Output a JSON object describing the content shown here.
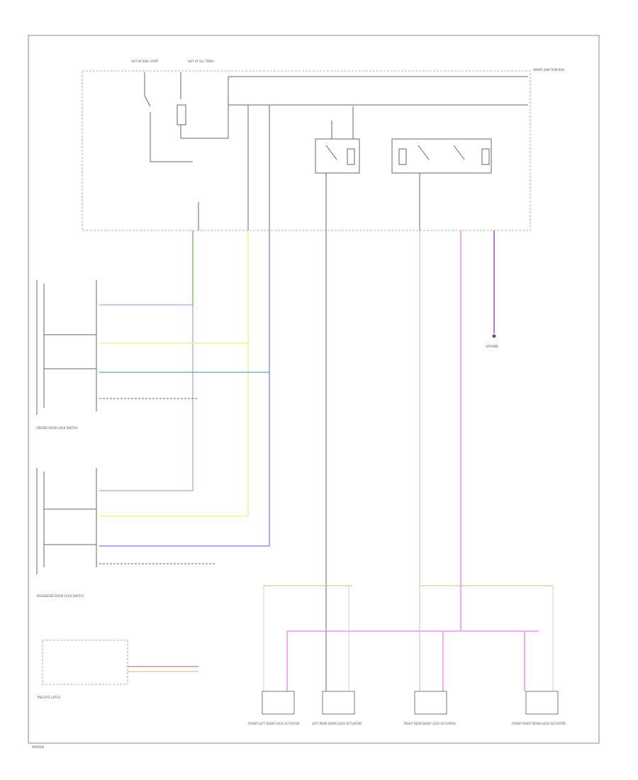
{
  "footer": {
    "code": "WD0000"
  },
  "labels": {
    "fuse_a": "HOT IN RUN, START",
    "fuse_b": "HOT AT ALL TIMES",
    "smart_junction": "SMART JUNCTION BOX",
    "driver_switch": "DRIVER DOOR LOCK SWITCH",
    "passenger_switch": "PASSENGER DOOR LOCK SWITCH",
    "front_left_motor": "FRONT LEFT DOOR LOCK ACTUATOR",
    "left_rear_motor": "LEFT REAR DOOR LOCK ACTUATOR",
    "right_rear_motor": "RIGHT REAR DOOR LOCK ACTUATOR",
    "front_right_motor": "FRONT RIGHT DOOR LOCK ACTUATOR",
    "tailgate": "TAILGATE LATCH",
    "ground": "GROUND"
  },
  "colors": {
    "green": "#7ccc5a",
    "yellow": "#f2f28a",
    "blue": "#8f8ff2",
    "pink": "#f08ff0",
    "violet": "#b280c2",
    "gray": "#cccccc",
    "tan": "#d8b878",
    "teal": "#5aa8b8",
    "red": "#c05a70"
  }
}
